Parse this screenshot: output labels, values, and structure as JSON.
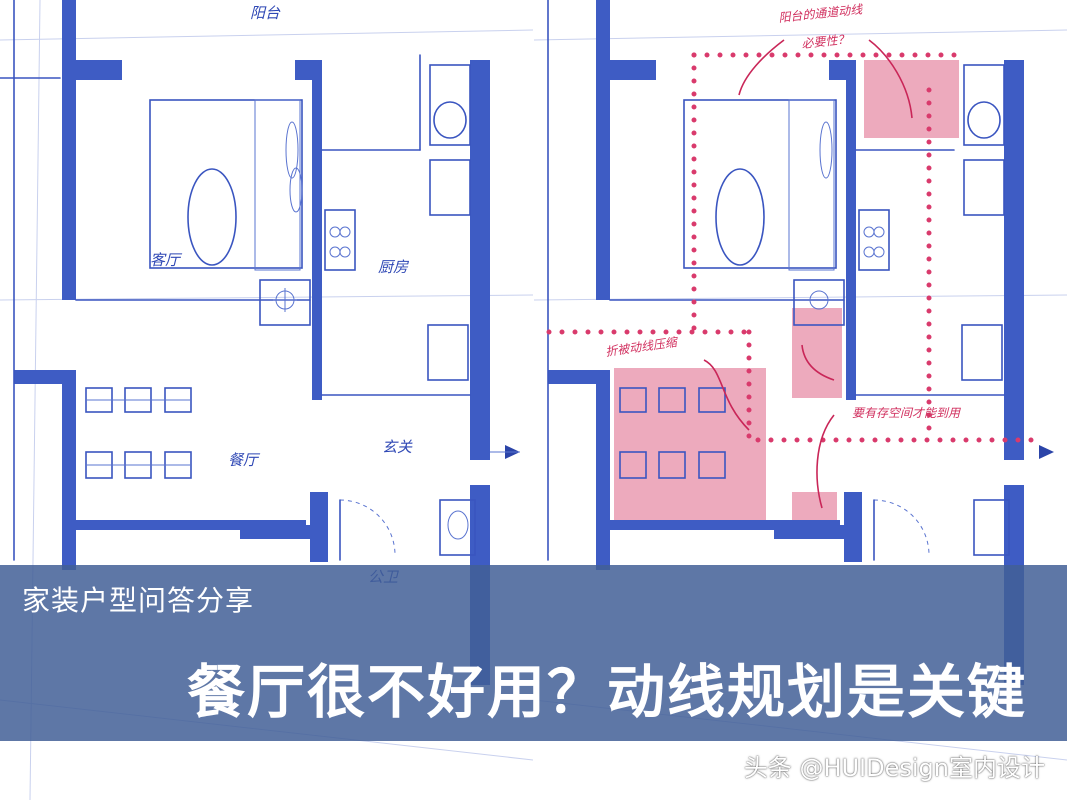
{
  "left_plan": {
    "labels": {
      "balcony": "阳台",
      "living_room": "客厅",
      "kitchen": "厨房",
      "dining_room": "餐厅",
      "entrance": "玄关",
      "bathroom": "公卫"
    }
  },
  "right_plan": {
    "annotations": {
      "balcony_route": "阳台的通道动线",
      "balcony_route_2": "必要性？",
      "dining_compressed": "折被动线压缩",
      "storage_space": "要有存空间才能到用"
    },
    "zone_color": "#e995ad",
    "route_color": "#d93a6c"
  },
  "colors": {
    "wall": "#3e5cc4",
    "banner": "#425f96"
  },
  "banner": {
    "subtitle": "家装户型问答分享",
    "title": "餐厅很不好用？动线规划是关键"
  },
  "watermark": "头条 @HUIDesign室内设计"
}
